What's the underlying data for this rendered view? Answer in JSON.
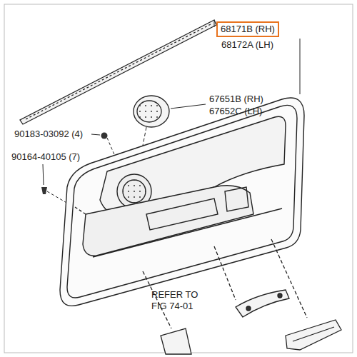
{
  "diagram": {
    "nodes": [
      {
        "text": [
          "68171B (RH)"
        ]
      }
    ],
    "labels": [
      "68172A (LH)",
      "67651B (RH)",
      "67652C (LH)",
      "90183-03092 (4)",
      "90164-40105 (7)",
      "REFER TO FIG 74-01"
    ]
  }
}
